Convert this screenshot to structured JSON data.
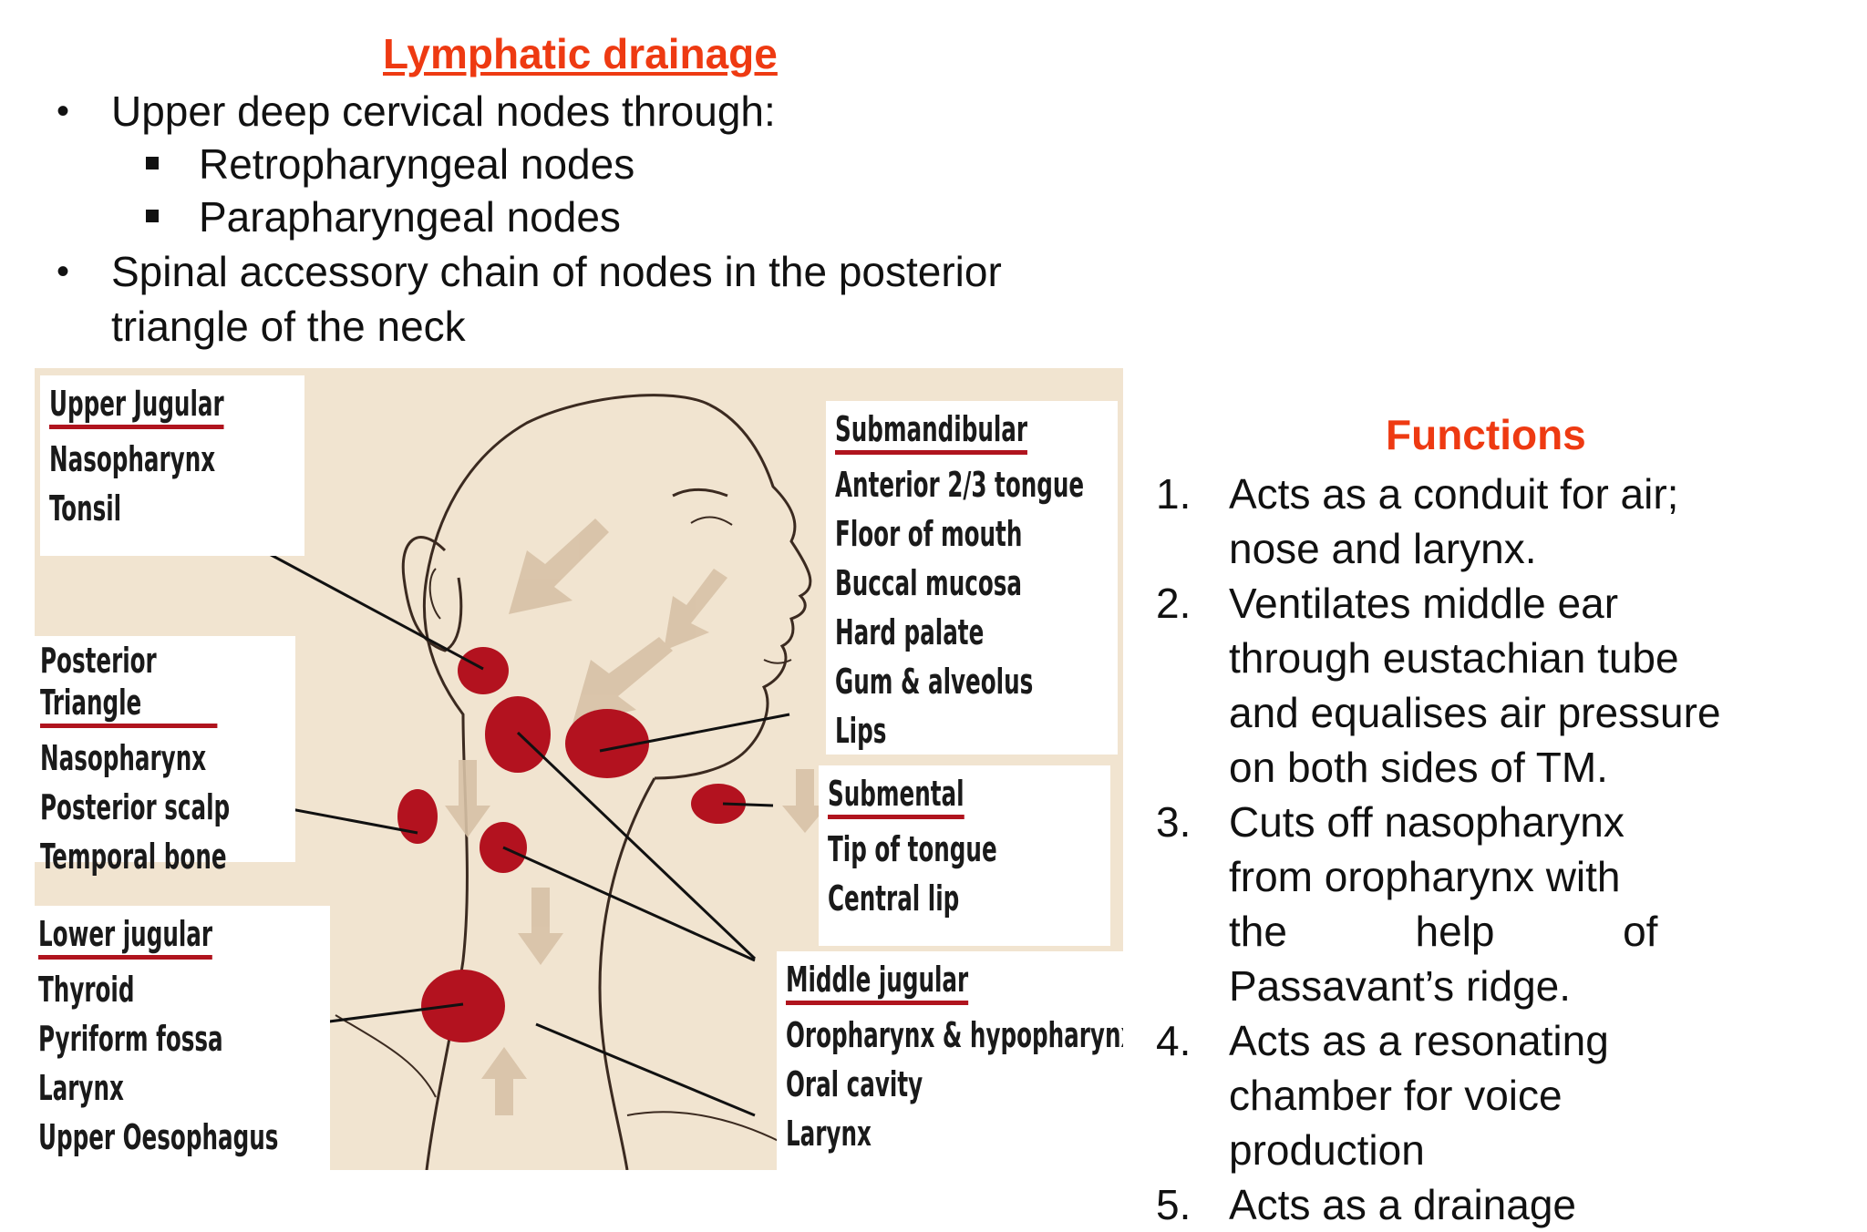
{
  "drainage": {
    "title": "Lymphatic drainage",
    "bullet1": "Upper deep cervical nodes through:",
    "sub1": "Retropharyngeal nodes",
    "sub2": "Parapharyngeal nodes",
    "bullet2_line1": "Spinal accessory chain of nodes in the posterior",
    "bullet2_line2": "triangle of the  neck"
  },
  "diagram": {
    "upper_jugular": {
      "heading": "Upper Jugular",
      "items": [
        "Nasopharynx",
        "Tonsil"
      ]
    },
    "posterior_triangle": {
      "heading": "Posterior Triangle",
      "items": [
        "Nasopharynx",
        "Posterior scalp",
        "Temporal bone"
      ]
    },
    "lower_jugular": {
      "heading": "Lower jugular",
      "items": [
        "Thyroid",
        "Pyriform fossa",
        "Larynx",
        "Upper Oesophagus"
      ]
    },
    "submandibular": {
      "heading": "Submandibular",
      "items": [
        "Anterior 2/3 tongue",
        "Floor of mouth",
        "Buccal mucosa",
        "Hard palate",
        "Gum & alveolus",
        "Lips"
      ]
    },
    "submental": {
      "heading": "Submental",
      "items": [
        "Tip of tongue",
        "Central lip"
      ]
    },
    "middle_jugular": {
      "heading": "Middle jugular",
      "items": [
        "Oropharynx & hypopharynx",
        "Oral cavity",
        "Larynx"
      ]
    }
  },
  "functions": {
    "title": "Functions",
    "items": [
      {
        "num": "1.",
        "lines": [
          "Acts as a conduit for air;",
          "nose and  larynx."
        ]
      },
      {
        "num": "2.",
        "lines": [
          "Ventilates middle ear",
          "through  eustachian tube",
          "and equalises air  pressure",
          "on both sides of TM."
        ]
      },
      {
        "num": "3.",
        "lines": [
          "Cuts  off  nasopharynx",
          "from   oropharynx  with",
          "the           help           of",
          "Passavant’s ridge."
        ]
      },
      {
        "num": "4.",
        "lines": [
          "Acts as a resonating",
          "chamber for  voice",
          "production"
        ]
      },
      {
        "num": "5.",
        "lines": [
          "Acts as a drainage"
        ]
      }
    ]
  },
  "colors": {
    "title_accent": "#ee3a12",
    "node_red": "#b3121f",
    "underline_red": "#b0141e",
    "skin": "#f1e4d0"
  }
}
